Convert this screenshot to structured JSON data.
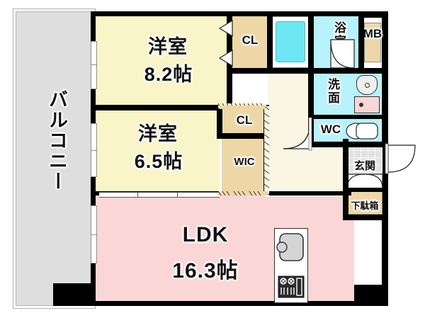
{
  "plan": {
    "type": "japanese-apartment-floor-plan",
    "layout_code": "2LDK",
    "rooms": [
      {
        "id": "balcony",
        "label": "バルコニー",
        "label_en": "Balcony",
        "orientation": "vertical",
        "color": "#dedede"
      },
      {
        "id": "bedroom1",
        "label": "洋室",
        "size": "8.2帖",
        "label_en": "Western-style room",
        "tatami": 8.2,
        "color": "#faf5c8"
      },
      {
        "id": "bedroom2",
        "label": "洋室",
        "size": "6.5帖",
        "label_en": "Western-style room",
        "tatami": 6.5,
        "color": "#faf5c8"
      },
      {
        "id": "ldk",
        "label": "LDK",
        "size": "16.3帖",
        "label_en": "Living Dining Kitchen",
        "tatami": 16.3,
        "color": "#fbd6d6"
      },
      {
        "id": "closet_top",
        "label": "CL",
        "label_en": "Closet",
        "color": "#eed7a6"
      },
      {
        "id": "closet_mid",
        "label": "CL",
        "label_en": "Closet",
        "color": "#eed7a6"
      },
      {
        "id": "wic",
        "label": "WIC",
        "label_en": "Walk-in Closet",
        "color": "#eed7a6"
      },
      {
        "id": "bath",
        "label": "浴室",
        "label_en": "Bathroom",
        "color": "#b8f2fb"
      },
      {
        "id": "washroom",
        "label": "洗面",
        "label_en": "Washroom / Vanity",
        "color": "#b8f2fb"
      },
      {
        "id": "toilet",
        "label": "WC",
        "label_en": "Toilet",
        "color": "#b8f2fb"
      },
      {
        "id": "meterbox",
        "label": "MB",
        "label_en": "Meter Box",
        "color": "#eed7a6"
      },
      {
        "id": "entrance",
        "label": "玄関",
        "label_en": "Entrance",
        "color": "#e2e2e2"
      },
      {
        "id": "shoebox",
        "label": "下駄箱",
        "label_en": "Shoe Cabinet",
        "color": "#eed7a6"
      },
      {
        "id": "hall",
        "label": "",
        "label_en": "Hallway",
        "color": "#faf6e3"
      }
    ],
    "fixtures": [
      {
        "id": "bathtub",
        "name": "bathtub-icon"
      },
      {
        "id": "sink-basin",
        "name": "wash-basin-icon"
      },
      {
        "id": "washer-pan",
        "name": "washing-machine-pan-icon"
      },
      {
        "id": "toilet-bowl",
        "name": "toilet-icon"
      },
      {
        "id": "kitchen-sink",
        "name": "kitchen-sink-icon"
      },
      {
        "id": "gas-stove",
        "name": "gas-stove-icon"
      },
      {
        "id": "entrance-door",
        "name": "entrance-door-swing-icon"
      },
      {
        "id": "bath-door",
        "name": "bath-door-swing-icon"
      },
      {
        "id": "wc-door",
        "name": "wc-door-swing-icon"
      },
      {
        "id": "hall-door",
        "name": "hall-door-swing-icon"
      }
    ],
    "colors": {
      "wall": "#000000",
      "room_yellow": "#faf5c8",
      "ldk_pink": "#fbd6d6",
      "closet_tan": "#eed7a6",
      "wet_cyan": "#b8f2fb",
      "balcony_gray": "#dedede",
      "hall_cream": "#faf6e3",
      "tub_cyan": "#6ee7f5"
    }
  }
}
